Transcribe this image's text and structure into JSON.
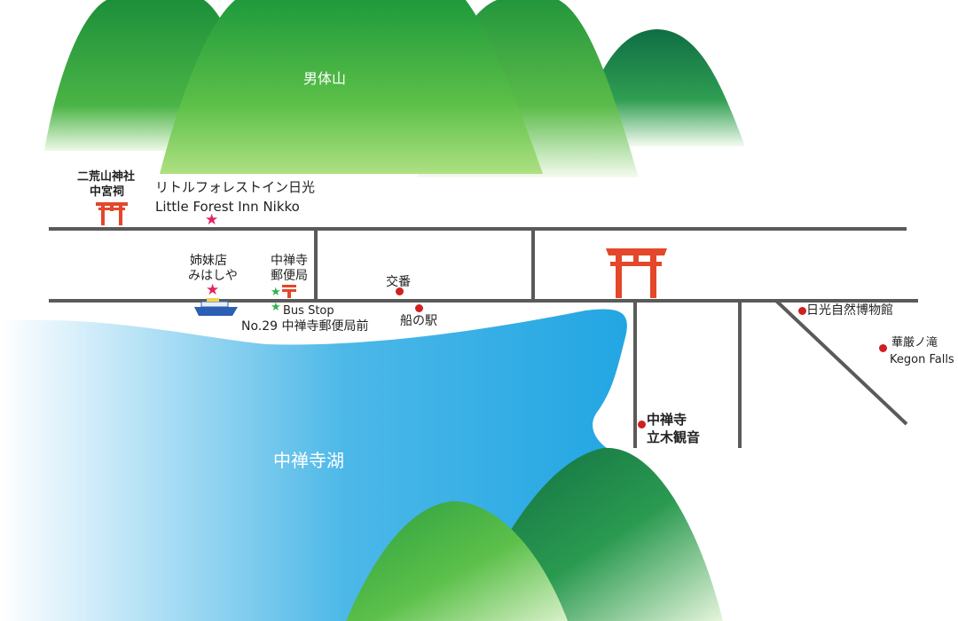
{
  "labels": {
    "mountain": "男体山",
    "shrine": [
      "二荒山神社",
      "中宮祠"
    ],
    "inn_jp": "リトルフォレストイン日光",
    "inn_en": "Little Forest Inn Nikko",
    "sister_store": [
      "姉妹店",
      "みはしや"
    ],
    "post_office": [
      "中禅寺",
      "郵便局"
    ],
    "police_box": "交番",
    "boat_station": "船の駅",
    "bus_stop": "Bus Stop",
    "bus_stop_name": "No.29 中禅寺郵便局前",
    "museum": "日光自然博物館",
    "falls_jp": "華厳ノ滝",
    "falls_en": "Kegon Falls",
    "temple": [
      "中禅寺",
      "立木観音"
    ],
    "lake": "中禅寺湖"
  },
  "colors": {
    "mountain_green": "#2e9e3f",
    "mountain_dark": "#167a45",
    "lake_blue": "#2aa8e2",
    "road": "#5a5a5a",
    "torii_red": "#e4472a",
    "poi_dot": "#d02020",
    "inn_star": "#e0245e",
    "bus_star": "#2fb24a"
  },
  "icons": {
    "shrine": "torii-icon",
    "inn": "star-icon",
    "bus": "star-icon",
    "post": "post-office-icon",
    "boat": "boat-icon",
    "poi": "dot-icon"
  }
}
